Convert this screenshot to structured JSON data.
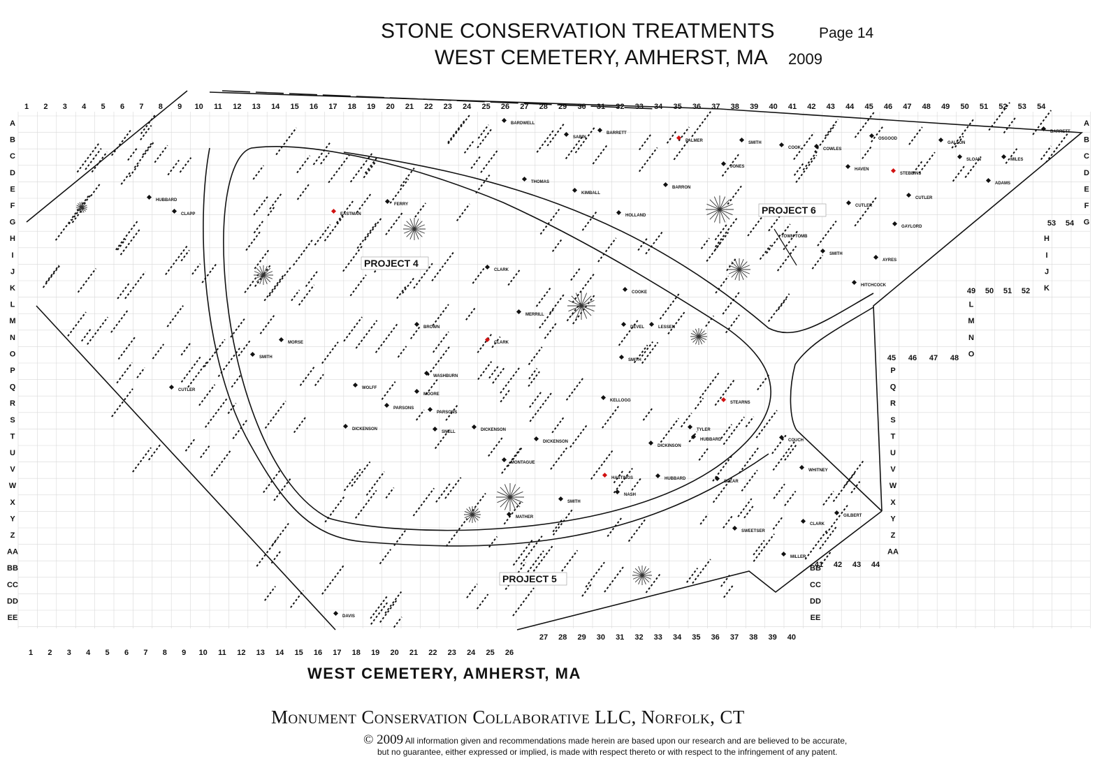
{
  "header": {
    "title_line1": "STONE CONSERVATION TREATMENTS",
    "page_label": "Page 14",
    "title_line2": "WEST CEMETERY, AMHERST, MA",
    "year": "2009"
  },
  "map": {
    "title": "WEST CEMETERY,  AMHERST,  MA",
    "grid_columns_top": [
      "1",
      "2",
      "3",
      "4",
      "5",
      "6",
      "7",
      "8",
      "9",
      "10",
      "11",
      "12",
      "13",
      "14",
      "15",
      "16",
      "17",
      "18",
      "19",
      "20",
      "21",
      "22",
      "23",
      "24",
      "25",
      "26",
      "27",
      "28",
      "29",
      "30",
      "31",
      "32",
      "33",
      "34",
      "35",
      "36",
      "37",
      "38",
      "39",
      "40",
      "41",
      "42",
      "43",
      "44",
      "45",
      "46",
      "47",
      "48",
      "49",
      "50",
      "51",
      "52",
      "53",
      "54"
    ],
    "grid_columns_bottom_left": [
      "1",
      "2",
      "3",
      "4",
      "5",
      "6",
      "7",
      "8",
      "9",
      "10",
      "11",
      "12",
      "13",
      "14",
      "15",
      "16",
      "17",
      "18",
      "19",
      "20",
      "21",
      "22",
      "23",
      "24",
      "25",
      "26"
    ],
    "grid_columns_bottom_mid": [
      "27",
      "28",
      "29",
      "30",
      "31",
      "32",
      "33",
      "34",
      "35",
      "36",
      "37",
      "38",
      "39",
      "40"
    ],
    "grid_columns_step_aa": [
      "41",
      "42",
      "43",
      "44"
    ],
    "grid_columns_step_o": [
      "45",
      "46",
      "47",
      "48"
    ],
    "grid_columns_step_k": [
      "49",
      "50",
      "51",
      "52"
    ],
    "grid_columns_step_g": [
      "53",
      "54"
    ],
    "grid_rows": [
      "A",
      "B",
      "C",
      "D",
      "E",
      "F",
      "G",
      "H",
      "I",
      "J",
      "K",
      "L",
      "M",
      "N",
      "O",
      "P",
      "Q",
      "R",
      "S",
      "T",
      "U",
      "V",
      "W",
      "X",
      "Y",
      "Z",
      "AA",
      "BB",
      "CC",
      "DD",
      "EE"
    ],
    "projects": [
      "PROJECT 4",
      "PROJECT 5",
      "PROJECT 6"
    ],
    "other_labels": [
      "TOWN TOMB"
    ],
    "family_names": [
      {
        "name": "BARDWELL"
      },
      {
        "name": "BARRETT"
      },
      {
        "name": "SABIN"
      },
      {
        "name": "PALMER"
      },
      {
        "name": "SMITH"
      },
      {
        "name": "COOK"
      },
      {
        "name": "COWLES"
      },
      {
        "name": "OSGOOD"
      },
      {
        "name": "GALLON"
      },
      {
        "name": "BARRETT"
      },
      {
        "name": "THOMAS"
      },
      {
        "name": "KIMBALL"
      },
      {
        "name": "JONES"
      },
      {
        "name": "HAVEN"
      },
      {
        "name": "STEBBINS"
      },
      {
        "name": "SLOAN"
      },
      {
        "name": "MILES"
      },
      {
        "name": "ADAMS"
      },
      {
        "name": "BARRON"
      },
      {
        "name": "HOLLAND"
      },
      {
        "name": "CUTLER"
      },
      {
        "name": "CUTLER"
      },
      {
        "name": "GAYLORD"
      },
      {
        "name": "HUBBARD"
      },
      {
        "name": "CLAPP"
      },
      {
        "name": "EASTMAN"
      },
      {
        "name": "FERRY"
      },
      {
        "name": "CLARK"
      },
      {
        "name": "SMITH"
      },
      {
        "name": "AYRES"
      },
      {
        "name": "HITCHCOCK"
      },
      {
        "name": "COOKE"
      },
      {
        "name": "BROWN"
      },
      {
        "name": "MERRILL"
      },
      {
        "name": "DEVEL"
      },
      {
        "name": "LESSEN"
      },
      {
        "name": "CLARK"
      },
      {
        "name": "MORSE"
      },
      {
        "name": "SMITH"
      },
      {
        "name": "SMITH"
      },
      {
        "name": "WASHBURN"
      },
      {
        "name": "WOLFF"
      },
      {
        "name": "MOORE"
      },
      {
        "name": "PARSONS"
      },
      {
        "name": "PARSONS"
      },
      {
        "name": "CUTLER"
      },
      {
        "name": "KELLOGG"
      },
      {
        "name": "STEARNS"
      },
      {
        "name": "DICKENSON"
      },
      {
        "name": "SNELL"
      },
      {
        "name": "DICKENSON"
      },
      {
        "name": "DICKENSON"
      },
      {
        "name": "TYLER"
      },
      {
        "name": "DICKINSON"
      },
      {
        "name": "HUBBARD"
      },
      {
        "name": "COUCH"
      },
      {
        "name": "MONTAGUE"
      },
      {
        "name": "WHITNEY"
      },
      {
        "name": "HASTINGS"
      },
      {
        "name": "HUBBARD"
      },
      {
        "name": "SPEAR"
      },
      {
        "name": "NASH"
      },
      {
        "name": "SMITH"
      },
      {
        "name": "MATHER"
      },
      {
        "name": "GILBERT"
      },
      {
        "name": "SWEETSER"
      },
      {
        "name": "CLARK"
      },
      {
        "name": "MILLER"
      },
      {
        "name": "DAVIS"
      }
    ],
    "marker_color": "#d11111"
  },
  "footer": {
    "company": "Monument Conservation Collaborative  LLC, Norfolk, CT",
    "copyright_symbol": "© 2009",
    "disclaimer_line1": "All information given and recommendations made herein are based upon our research and are believed to be accurate,",
    "disclaimer_line2": "but no guarantee, either expressed or implied, is made with respect thereto or with respect to the infringement of any patent."
  }
}
